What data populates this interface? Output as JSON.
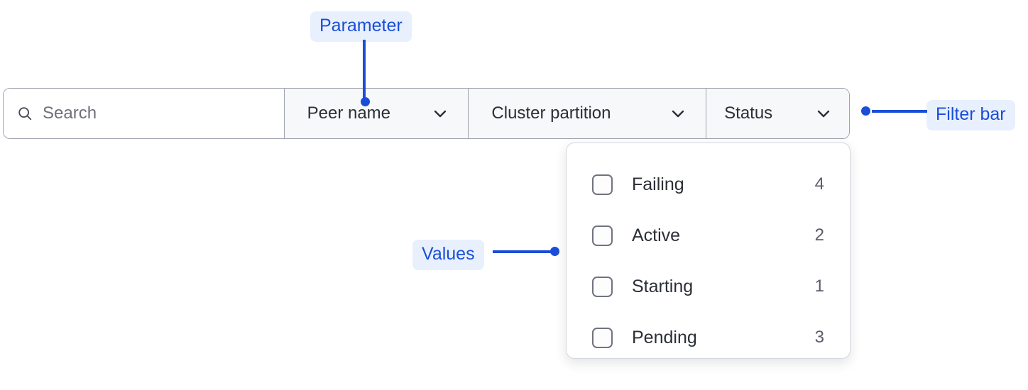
{
  "filter_bar": {
    "search": {
      "icon": "search-icon",
      "placeholder": "Search",
      "value": ""
    },
    "sections": [
      {
        "label": "Peer name",
        "icon": "chevron-down-icon"
      },
      {
        "label": "Cluster partition",
        "icon": "chevron-down-icon"
      },
      {
        "label": "Status",
        "icon": "chevron-down-icon"
      }
    ]
  },
  "dropdown": {
    "items": [
      {
        "label": "Failing",
        "count": "4",
        "checked": false
      },
      {
        "label": "Active",
        "count": "2",
        "checked": false
      },
      {
        "label": "Starting",
        "count": "1",
        "checked": false
      },
      {
        "label": "Pending",
        "count": "3",
        "checked": false
      }
    ]
  },
  "annotations": {
    "parameter": "Parameter",
    "filter_bar": "Filter bar",
    "values": "Values"
  },
  "colors": {
    "annotation_text": "#1a4ed8",
    "annotation_background": "#e8f0fe",
    "border": "#9fa2ad",
    "section_background": "#f7f8f9",
    "text": "#2b2f36",
    "muted_text": "#6e7179"
  }
}
